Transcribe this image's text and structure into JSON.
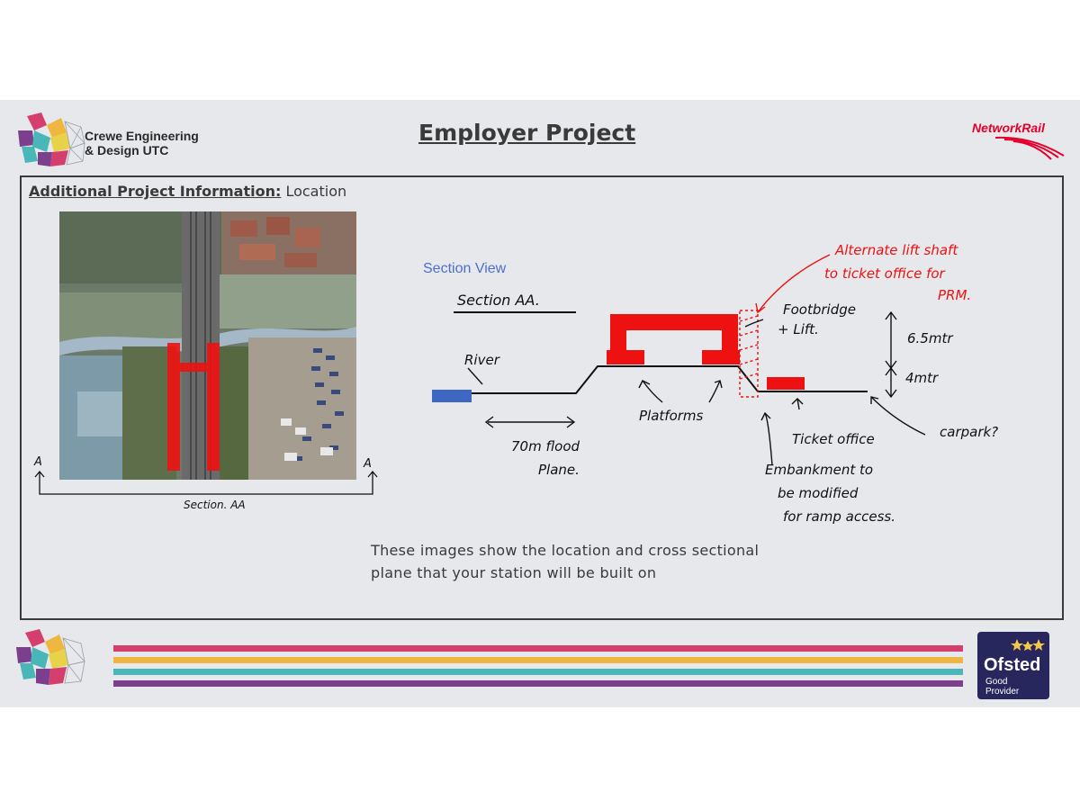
{
  "header": {
    "org_name": "Crewe Engineering\n& Design UTC",
    "title": "Employer Project",
    "partner_logo_text": "NetworkRail"
  },
  "section": {
    "heading_label": "Additional Project Information:",
    "heading_value": " Location"
  },
  "aerial_sketch": {
    "marker_left": "A",
    "marker_right": "A",
    "section_label": "Section. AA"
  },
  "diagram": {
    "view_label": "Section View",
    "title": "Section AA.",
    "annotations": {
      "river": "River",
      "flood_plane_1": "70m flood",
      "flood_plane_2": "Plane.",
      "platforms": "Platforms",
      "footbridge_1": "Footbridge",
      "footbridge_2": "+ Lift.",
      "dim_upper": "6.5mtr",
      "dim_lower": "4mtr",
      "ticket_office": "Ticket office",
      "car_park": "carpark?",
      "embankment_1": "Embankment to",
      "embankment_2": "be modified",
      "embankment_3": "for ramp access.",
      "alt_lift_1": "Alternate lift shaft",
      "alt_lift_2": "to ticket office for",
      "alt_lift_3": "PRM."
    }
  },
  "caption": "These images show the location and cross sectional plane that your station will be built on",
  "footer": {
    "ofsted_word": "Ofsted",
    "ofsted_rating": "Good\nProvider"
  },
  "colors": {
    "stripe_pink": "#d43f6e",
    "stripe_yellow": "#efb73f",
    "stripe_teal": "#49b7b8",
    "stripe_purple": "#7b3f8e",
    "highlight_red": "#ee1111",
    "river_blue": "#3e67c2",
    "ofsted_navy": "#27265d"
  }
}
